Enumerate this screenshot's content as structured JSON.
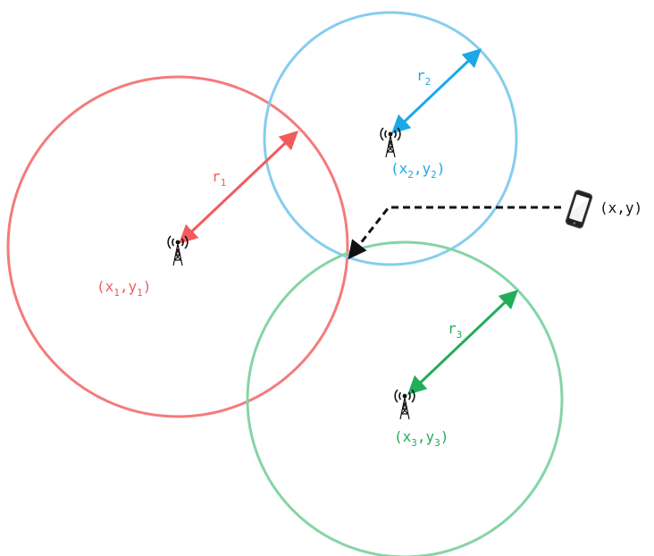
{
  "colors": {
    "red_circle": "#f47b7b",
    "red_arrow": "#f25b5b",
    "blue_circle": "#86cdee",
    "blue_arrow": "#1ba9e6",
    "green_circle": "#86d4a6",
    "green_arrow": "#22ad59",
    "black": "#111111"
  },
  "towers": [
    {
      "name": "tower-1",
      "radius_label": "r",
      "radius_sub": "1",
      "coord": {
        "open": "(x",
        "sub1": "1",
        "mid": ",y",
        "sub2": "1",
        "close": ")"
      }
    },
    {
      "name": "tower-2",
      "radius_label": "r",
      "radius_sub": "2",
      "coord": {
        "open": "(x",
        "sub1": "2",
        "mid": ",y",
        "sub2": "2",
        "close": ")"
      }
    },
    {
      "name": "tower-3",
      "radius_label": "r",
      "radius_sub": "3",
      "coord": {
        "open": "(x",
        "sub1": "3",
        "mid": ",y",
        "sub2": "3",
        "close": ")"
      }
    }
  ],
  "phone": {
    "label": "(x,y)",
    "icon": "smartphone-icon"
  },
  "tower_icon": "cell-tower-icon"
}
